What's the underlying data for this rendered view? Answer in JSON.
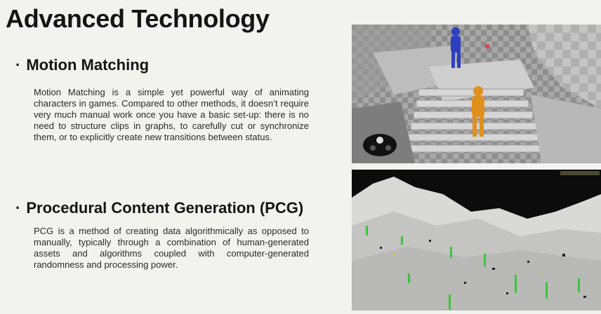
{
  "slide": {
    "title": "Advanced Technology"
  },
  "sections": [
    {
      "bullet": "·",
      "heading": "Motion Matching",
      "body": "Motion Matching is a simple yet powerful way of animating characters in games. Compared to other methods, it doesn’t require very much manual work once you have a basic set-up: there is no need to structure clips in graphs, to carefully cut or synchronize them, or to explicitly create new transitions between status."
    },
    {
      "bullet": "·",
      "heading": "Procedural Content Generation (PCG)",
      "body": "PCG is a method of creating data algorithmically as opposed to manually, typically through a combination of human-generated assets and algorithms coupled with computer-generated randomness and processing power."
    }
  ],
  "images": {
    "motion_matching": "motion-matching-screenshot",
    "pcg": "procedural-terrain-screenshot"
  },
  "colors": {
    "background": "#f2f2ee",
    "text": "#141414",
    "blue_character": "#2e3fc0",
    "orange_character": "#e0901c"
  }
}
